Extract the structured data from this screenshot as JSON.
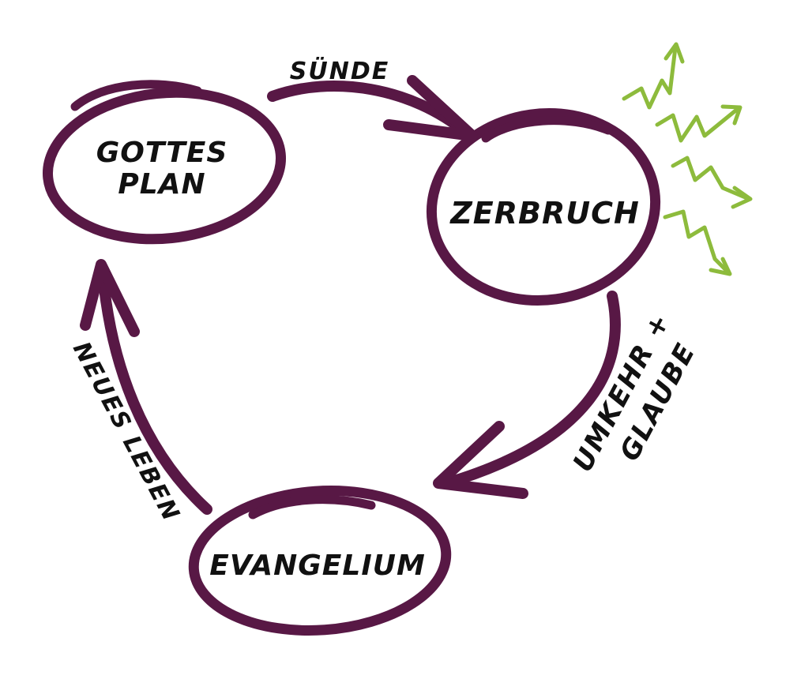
{
  "colors": {
    "primary": "#581845",
    "accent": "#8dbb3c",
    "text": "#111111"
  },
  "nodes": {
    "gottes_plan": {
      "line1": "GOTTES",
      "line2": "PLAN"
    },
    "zerbruch": {
      "label": "ZERBRUCH"
    },
    "evangelium": {
      "label": "EVANGELIUM"
    }
  },
  "edges": {
    "suende": {
      "label": "SÜNDE"
    },
    "umkehr_glaube": {
      "line1": "UMKEHR +",
      "line2": "GLAUBE"
    },
    "neues_leben": {
      "label": "NEUES LEBEN"
    }
  },
  "decoration": {
    "icon": "zigzag-arrows-icon"
  }
}
